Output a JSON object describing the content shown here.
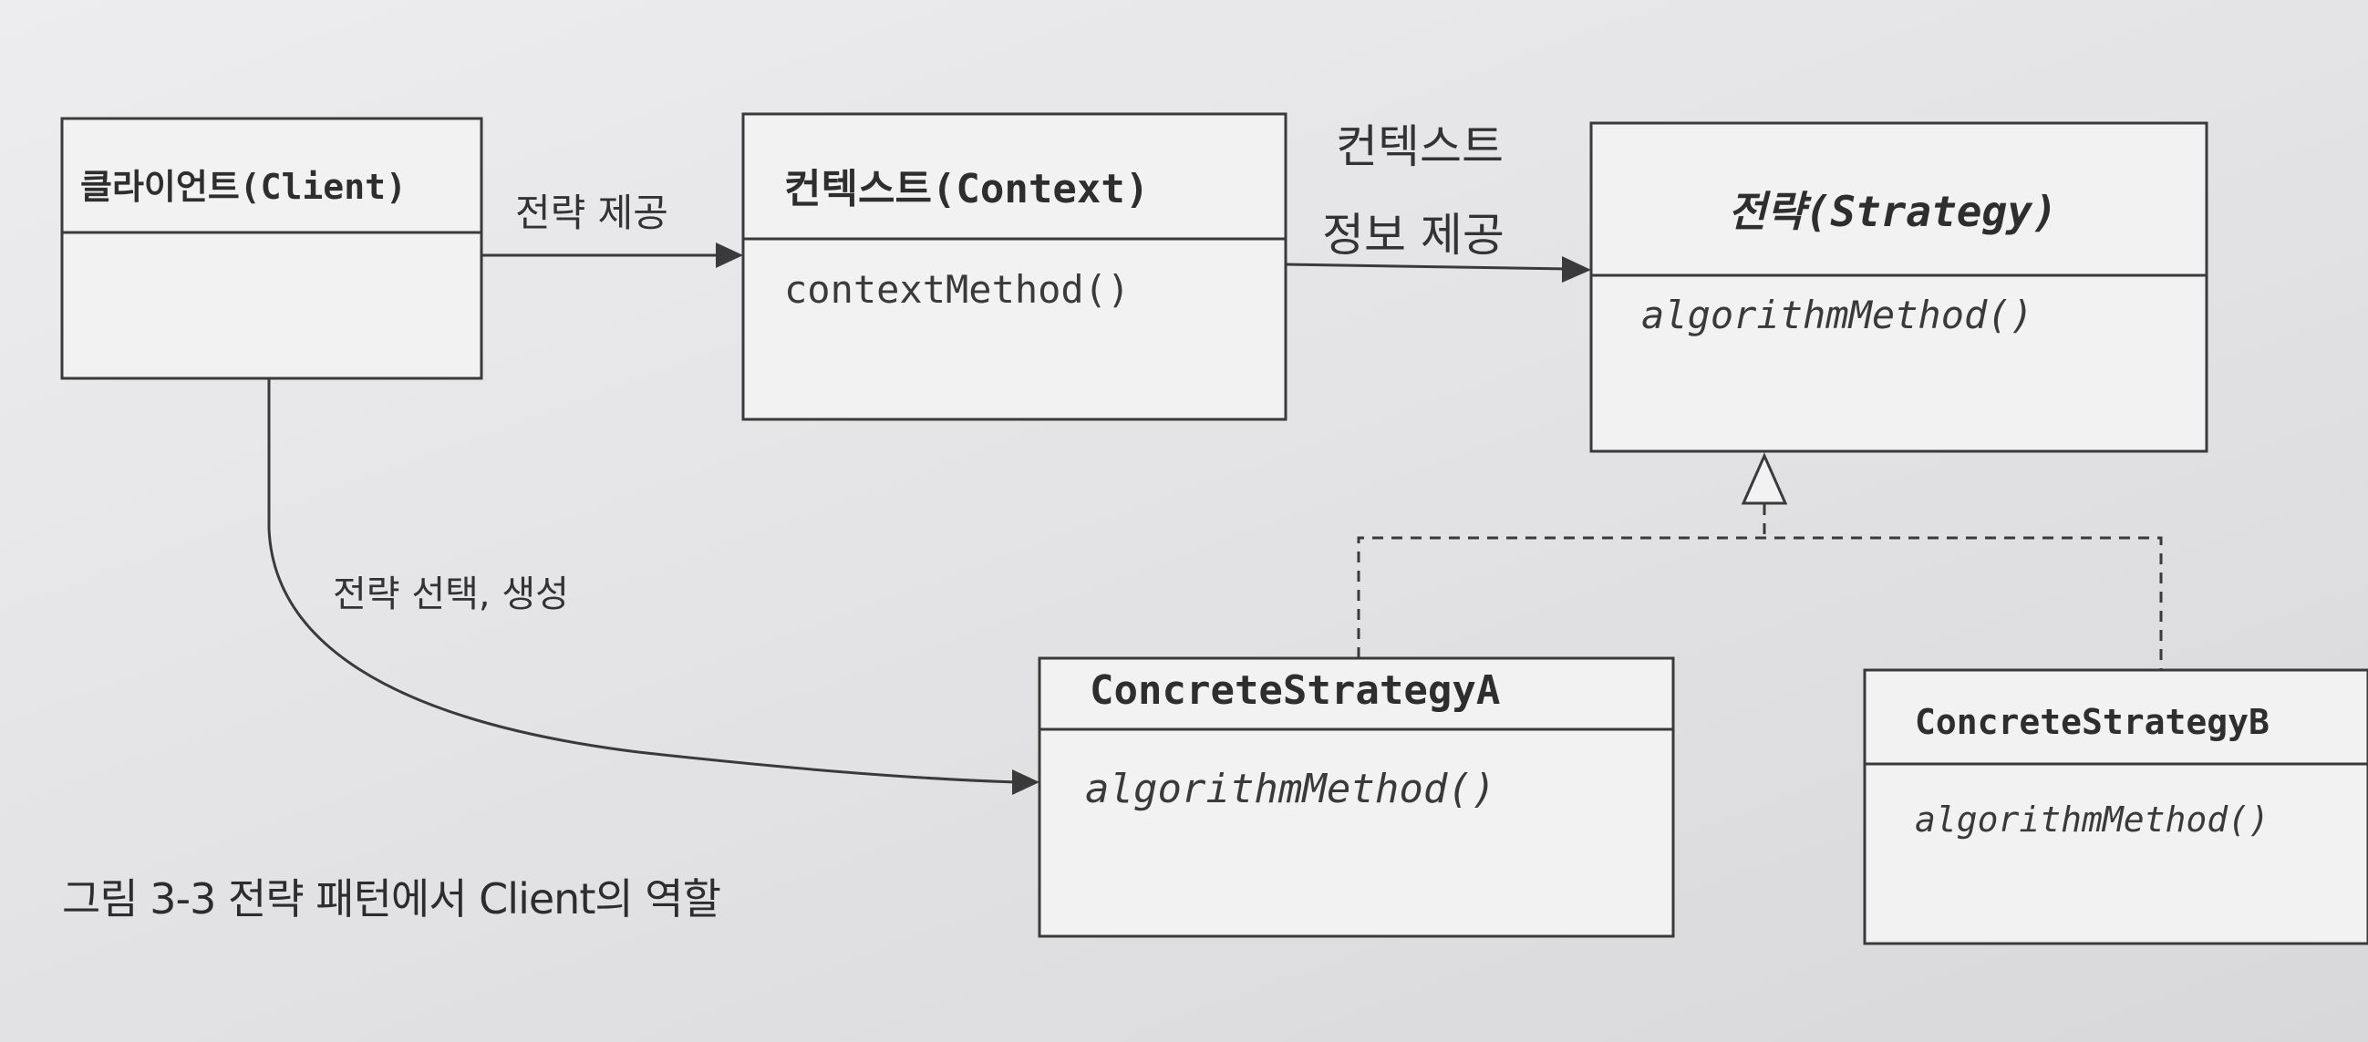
{
  "classes": {
    "client": {
      "name": "클라이언트(Client)",
      "method": ""
    },
    "context": {
      "name": "컨텍스트(Context)",
      "method": "contextMethod()"
    },
    "strategy": {
      "name": "전략(Strategy)",
      "method": "algorithmMethod()"
    },
    "concrete_a": {
      "name": "ConcreteStrategyA",
      "method": "algorithmMethod()"
    },
    "concrete_b": {
      "name": "ConcreteStrategyB",
      "method": "algorithmMethod()"
    }
  },
  "edges": {
    "client_to_context": "전략 제공",
    "context_to_strategy_line1": "컨텍스트",
    "context_to_strategy_line2": "정보 제공",
    "client_to_concrete_a": "전략 선택, 생성"
  },
  "caption": "그림 3-3 전략 패턴에서 Client의 역할"
}
